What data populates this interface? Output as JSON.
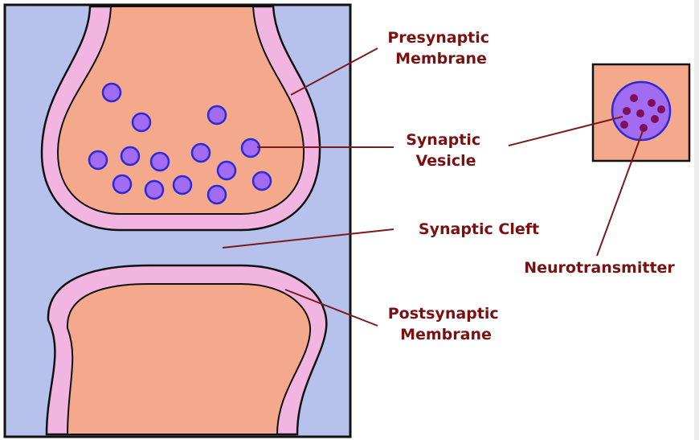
{
  "colors": {
    "cleft": "#b7c2ec",
    "membrane": "#f2b5e2",
    "cytoplasm": "#f4a98c",
    "vesicle": "#a26cf2",
    "vesicle_border": "#2b2bd6",
    "neurotransmitter": "#7e0f59",
    "label": "#7a1010",
    "leader": "#7a1a1a"
  },
  "labels": {
    "presynaptic": [
      "Presynaptic",
      "Membrane"
    ],
    "vesicle": [
      "Synaptic",
      "Vesicle"
    ],
    "cleft": "Synaptic Cleft",
    "postsynaptic": [
      "Postsynaptic",
      "Membrane"
    ],
    "neurotransmitter": "Neurotransmitter"
  }
}
